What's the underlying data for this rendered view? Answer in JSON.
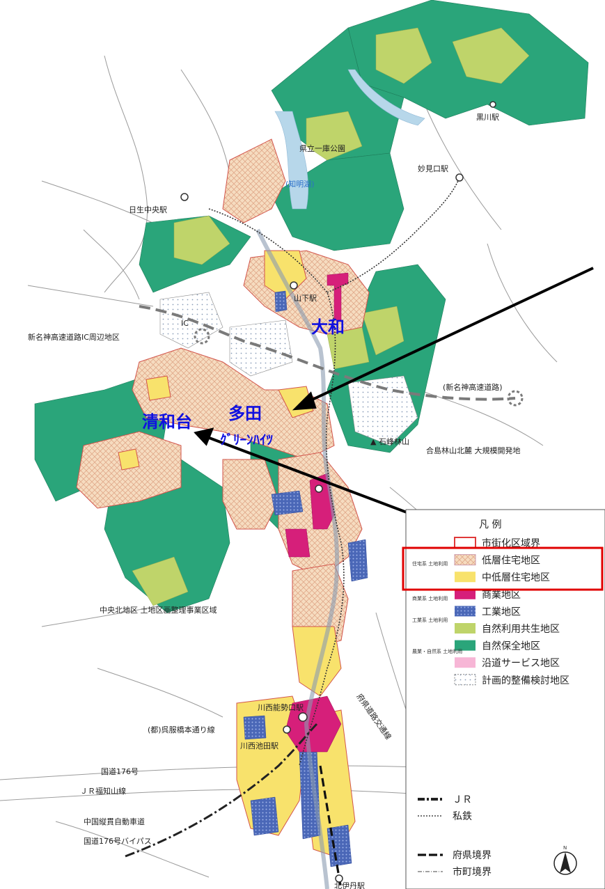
{
  "areas": {
    "yamato": "大和",
    "tada_line1": "多田",
    "tada_line2": "ｸﾞﾘｰﾝﾊｲﾂ",
    "seiwadai": "清和台"
  },
  "places": {
    "kenritsu_park": "県立一庫公園",
    "lake": "(知明湖)",
    "myokenguchi": "妙見口駅",
    "hiodaka": "日生中央駅",
    "yamashita": "山下駅",
    "shinmeishin_ic": "新名神高速道路IC周辺地区",
    "ic": "IC",
    "shinmeishin_road": "(新名神高速道路)",
    "tada_highland": "▲ 石峰林山",
    "tada_rail": "合島林山北麓  大規模開発地",
    "chuo_kita": "中央北地区  土地区画整理事業区域",
    "kawanishi_noseguchi": "川西能勢口駅",
    "kawanishi_ikeda": "川西池田駅",
    "route176": "国道176号",
    "jr_fukuchiyama": "ＪＲ福知山線",
    "chugoku_exp": "中国縦貫自動車道",
    "route176_bypass": "国道176号バイパス",
    "kitaitami": "北伊丹駅",
    "kurokawa": "黒川駅",
    "prefectural_road": "(都)呉服橋本通り線",
    "kenbu_road": "府県道路交通線"
  },
  "legend": {
    "title": "凡 例",
    "items": [
      {
        "label": "市街化区域界",
        "swatch": "outline",
        "color": "#e03a3a"
      },
      {
        "label": "低層住宅地区",
        "swatch": "hatch",
        "color": "#f6dcc0"
      },
      {
        "label": "中低層住宅地区",
        "swatch": "solid",
        "color": "#f8e26c"
      },
      {
        "label": "商業地区",
        "swatch": "solid",
        "color": "#d61f7a"
      },
      {
        "label": "工業地区",
        "swatch": "dots",
        "color": "#4a67b7"
      },
      {
        "label": "自然利用共生地区",
        "swatch": "solid",
        "color": "#bfd46a"
      },
      {
        "label": "自然保全地区",
        "swatch": "solid",
        "color": "#2aa57a"
      },
      {
        "label": "沿道サービス地区",
        "swatch": "solid",
        "color": "#f7b6d6"
      },
      {
        "label": "計画的整備検討地区",
        "swatch": "dotsbox",
        "color": "#c7d3e3"
      }
    ],
    "category_residential": "住宅系 土地利用",
    "category_commercial": "商業系 土地利用",
    "category_industrial": "工業系 土地利用",
    "category_agri": "農業・自然系 土地利用",
    "lines": [
      {
        "label": "ＪＲ"
      },
      {
        "label": "私鉄"
      },
      {
        "label": "府県境界"
      },
      {
        "label": "市町境界"
      }
    ],
    "north": "N"
  },
  "colors": {
    "forest": "#2aa57a",
    "farmland": "#bfd46a",
    "low_residential": "#f6dcc0",
    "mid_residential": "#f8e26c",
    "commercial": "#d61f7a",
    "industrial": "#4a67b7",
    "roadside": "#f7b6d6",
    "highlight": "#e00000",
    "label_blue": "#1010e0",
    "water": "#b7d7ea"
  }
}
